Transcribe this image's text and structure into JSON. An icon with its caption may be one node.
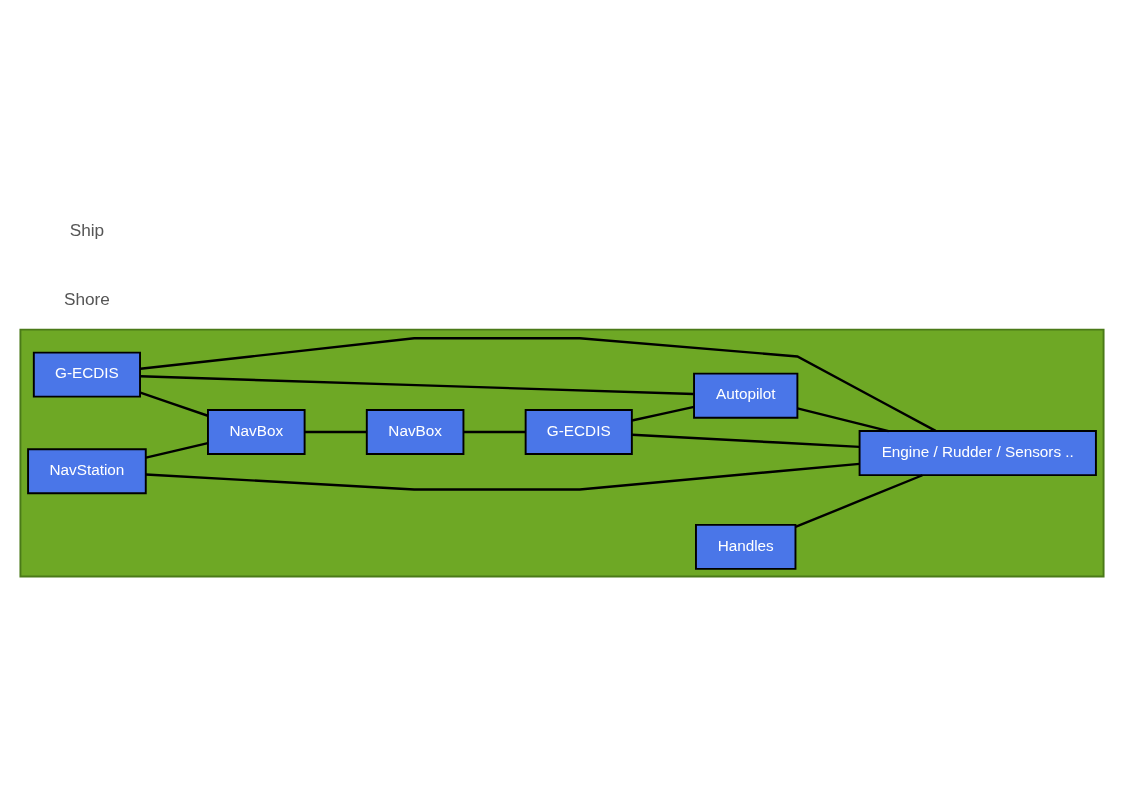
{
  "diagram": {
    "nodes": [
      {
        "text": [],
        "shape": "box"
      },
      {
        "text": [
          "G-ECDIS"
        ],
        "in": 0
      },
      {
        "text": [
          "NavStation"
        ],
        "in": 0
      },
      {
        "text": [
          "NavBox"
        ],
        "in": 0
      },
      {
        "text": [
          "Handles"
        ],
        "in": 0
      },
      {
        "text": [
          "NavBox"
        ],
        "in": 0
      },
      {
        "text": [
          "G-ECDIS"
        ],
        "in": 0
      },
      {
        "text": [
          "Autopilot"
        ],
        "in": 0
      },
      {
        "text": [
          "Engine / Rudder / Sensors .."
        ],
        "in": 0
      }
    ],
    "edges": [
      {
        "from": 1,
        "to": 3,
        "arrow": "none"
      },
      {
        "from": 2,
        "to": 3,
        "arrow": "none"
      },
      {
        "from": 1,
        "to": 7,
        "arrow": "none"
      },
      {
        "from": 1,
        "to": 8,
        "arrow": "none"
      },
      {
        "from": 2,
        "to": 8,
        "arrow": "none"
      },
      {
        "from": 3,
        "to": 5,
        "arrow": "none"
      },
      {
        "from": 5,
        "to": 6,
        "arrow": "none"
      },
      {
        "from": 6,
        "to": 7,
        "arrow": "none"
      },
      {
        "from": 6,
        "to": 8,
        "arrow": "none"
      },
      {
        "from": 7,
        "to": 8,
        "arrow": "none"
      },
      {
        "from": 4,
        "to": 8,
        "arrow": "none"
      }
    ],
    "labels": [
      "Shore",
      "Ship"
    ]
  }
}
